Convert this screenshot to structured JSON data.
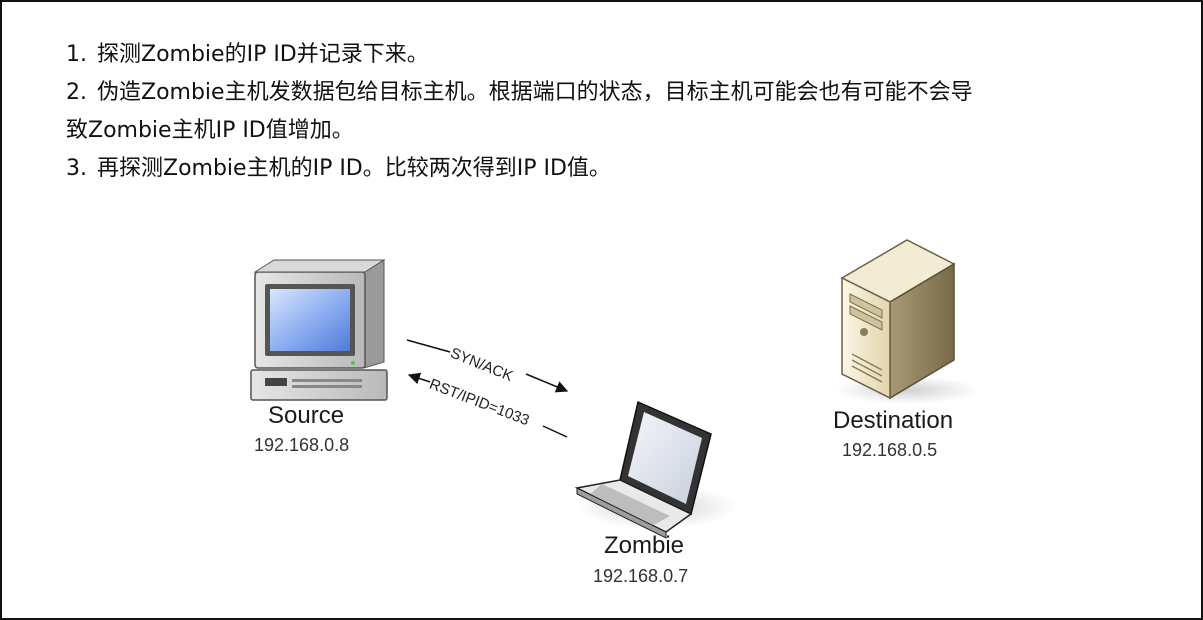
{
  "steps": [
    {
      "num": "1.",
      "line1": "探测Zombie的IP ID并记录下来。"
    },
    {
      "num": "2.",
      "line1": "伪造Zombie主机发数据包给目标主机。根据端口的状态，目标主机可能会也有可能不会导",
      "line2": "致Zombie主机IP ID值增加。"
    },
    {
      "num": "3.",
      "line1": "再探测Zombie主机的IP ID。比较两次得到IP ID值。"
    }
  ],
  "nodes": {
    "source": {
      "name": "Source",
      "ip": "192.168.0.8"
    },
    "zombie": {
      "name": "Zombie",
      "ip": "192.168.0.7"
    },
    "destination": {
      "name": "Destination",
      "ip": "192.168.0.5"
    }
  },
  "arrows": {
    "syn_ack": "SYN/ACK",
    "rst": "RST/IPID=1033"
  }
}
